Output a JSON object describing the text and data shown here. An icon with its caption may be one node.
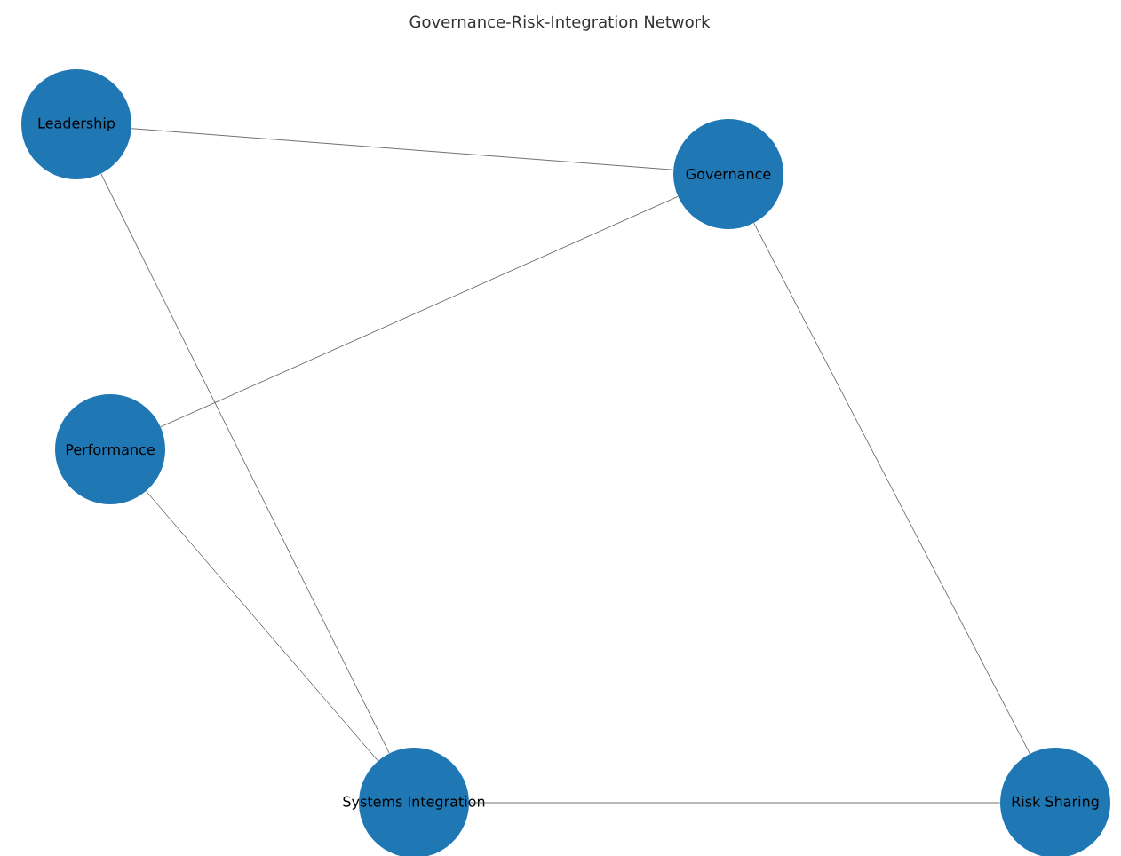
{
  "diagram": {
    "title": "Governance-Risk-Integration Network",
    "nodes": [
      {
        "text": [
          "Leadership"
        ]
      },
      {
        "text": [
          "Governance"
        ]
      },
      {
        "text": [
          "Performance"
        ]
      },
      {
        "text": [
          "Systems Integration"
        ]
      },
      {
        "text": [
          "Risk Sharing"
        ]
      }
    ],
    "edges": [
      {
        "from": 0,
        "to": 1,
        "arrow": "none"
      },
      {
        "from": 0,
        "to": 3,
        "arrow": "none"
      },
      {
        "from": 1,
        "to": 2,
        "arrow": "none"
      },
      {
        "from": 1,
        "to": 4,
        "arrow": "none"
      },
      {
        "from": 2,
        "to": 3,
        "arrow": "none"
      },
      {
        "from": 3,
        "to": 4,
        "arrow": "none"
      }
    ]
  }
}
